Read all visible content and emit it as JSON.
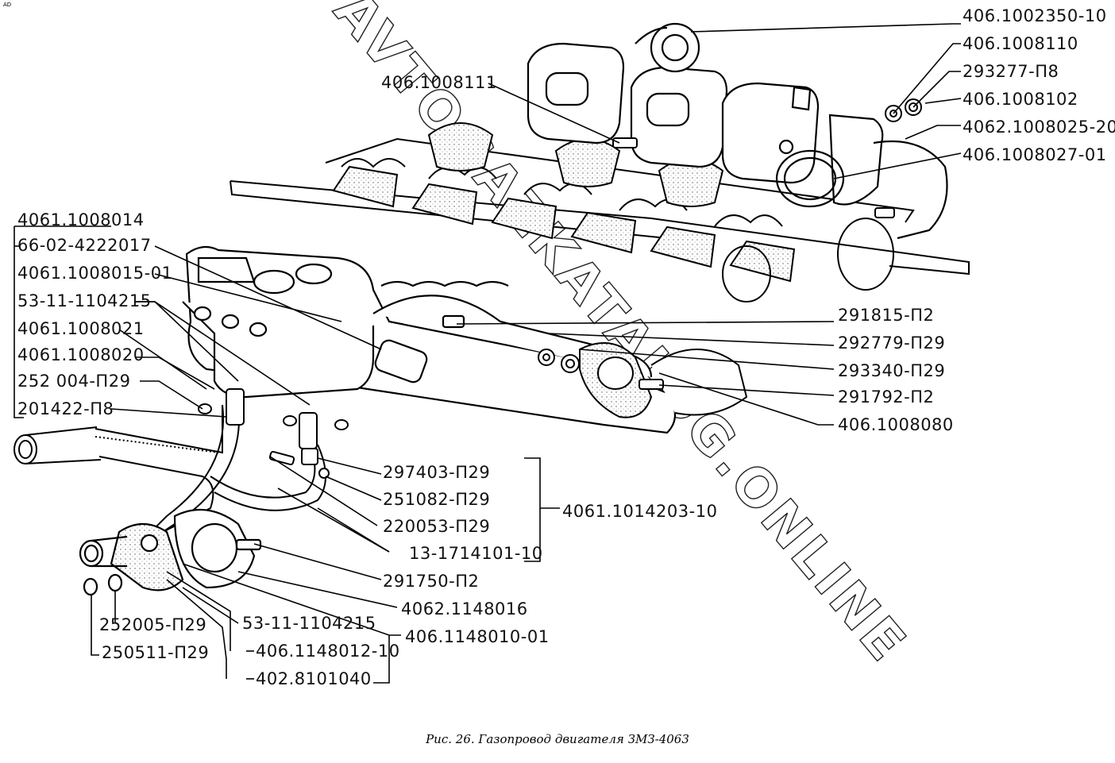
{
  "corner_mark": "AD",
  "watermark": "AVTOGAZKATALOG.ONLINE",
  "caption": "Рис. 26. Газопровод двигателя ЗМЗ-4063",
  "labels_right_top": [
    "406.1002350-10",
    "406.1008110",
    "293277-П8",
    "406.1008102",
    "4062.1008025-20",
    "406.1008027-01"
  ],
  "label_center_top": "406.1008111",
  "labels_left": [
    "4061.1008014",
    "66-02-4222017",
    "4061.1008015-01",
    "53-11-1104215",
    "4061.1008021",
    "4061.1008020",
    "252 004-П29",
    "201422-П8"
  ],
  "labels_right_mid": [
    "291815-П2",
    "292779-П29",
    "293340-П29",
    "291792-П2",
    "406.1008080"
  ],
  "labels_pipe_group": [
    "297403-П29",
    "251082-П29",
    "220053-П29",
    "13-1714101-10"
  ],
  "label_pipe_assembly": "4061.1014203-10",
  "labels_bottom_right": [
    "291750-П2",
    "4062.1148016",
    "406.1148010-01"
  ],
  "labels_bottom_center": [
    "53-11-1104215",
    "406.1148012-10",
    "402.8101040"
  ],
  "labels_bottom_left": [
    "252005-П29",
    "250511-П29"
  ]
}
